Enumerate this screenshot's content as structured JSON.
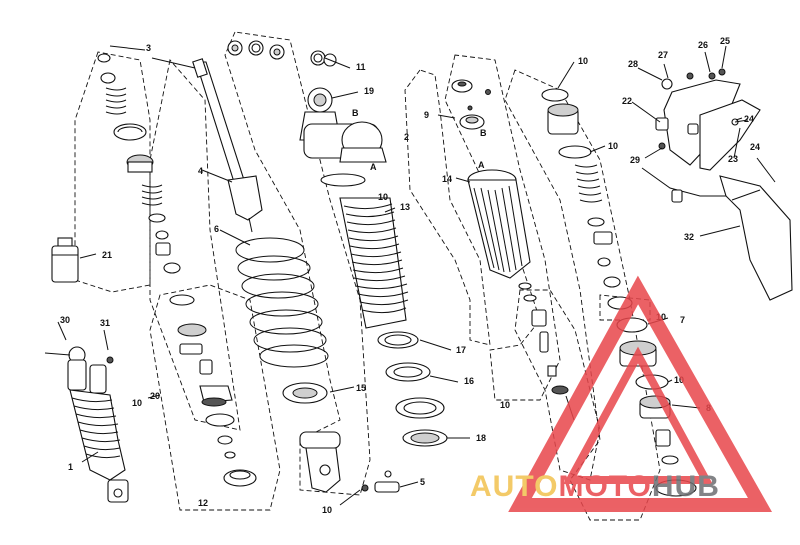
{
  "callouts": {
    "c1": "1",
    "c2": "2",
    "c3": "3",
    "c4": "4",
    "c5": "5",
    "c6": "6",
    "c7": "7",
    "c8": "8",
    "c9": "9",
    "c10": "10",
    "c11": "11",
    "c12": "12",
    "c13": "13",
    "c14": "14",
    "c15": "15",
    "c16": "16",
    "c17": "17",
    "c18": "18",
    "c19": "19",
    "c20": "20",
    "c21": "21",
    "c22": "22",
    "c23": "23",
    "c24": "24",
    "c25": "25",
    "c26": "26",
    "c27": "27",
    "c28": "28",
    "c29": "29",
    "c30": "30",
    "c31": "31",
    "c32": "32"
  },
  "markers": {
    "a": "A",
    "b": "B"
  },
  "watermark": {
    "auto": "AUTO",
    "moto": "MOTO",
    "hub": "HUB",
    "color_auto": "#f2c14e",
    "color_moto": "#e8464b",
    "color_hub": "#6d6e71",
    "triangle_color": "#e8464b"
  }
}
